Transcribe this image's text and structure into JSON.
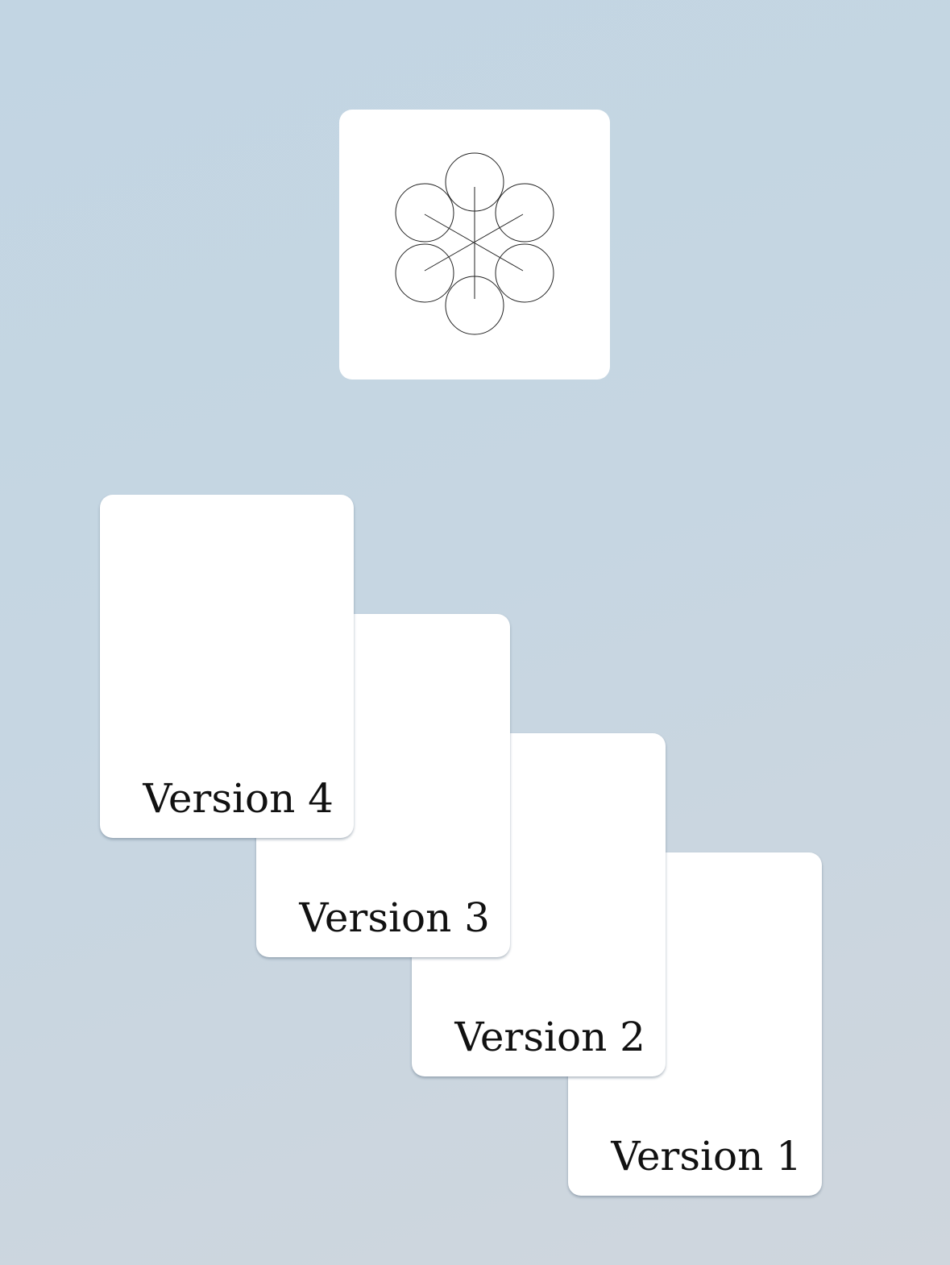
{
  "logo": {
    "icon": "hexagonal-circles-icon",
    "stroke_color": "#222222"
  },
  "cards": [
    {
      "label": "Version 1"
    },
    {
      "label": "Version 2"
    },
    {
      "label": "Version 3"
    },
    {
      "label": "Version 4"
    }
  ],
  "colors": {
    "background_top": "#c2d5e3",
    "background_bottom": "#cfd6dd",
    "card": "#ffffff",
    "text": "#111111"
  }
}
